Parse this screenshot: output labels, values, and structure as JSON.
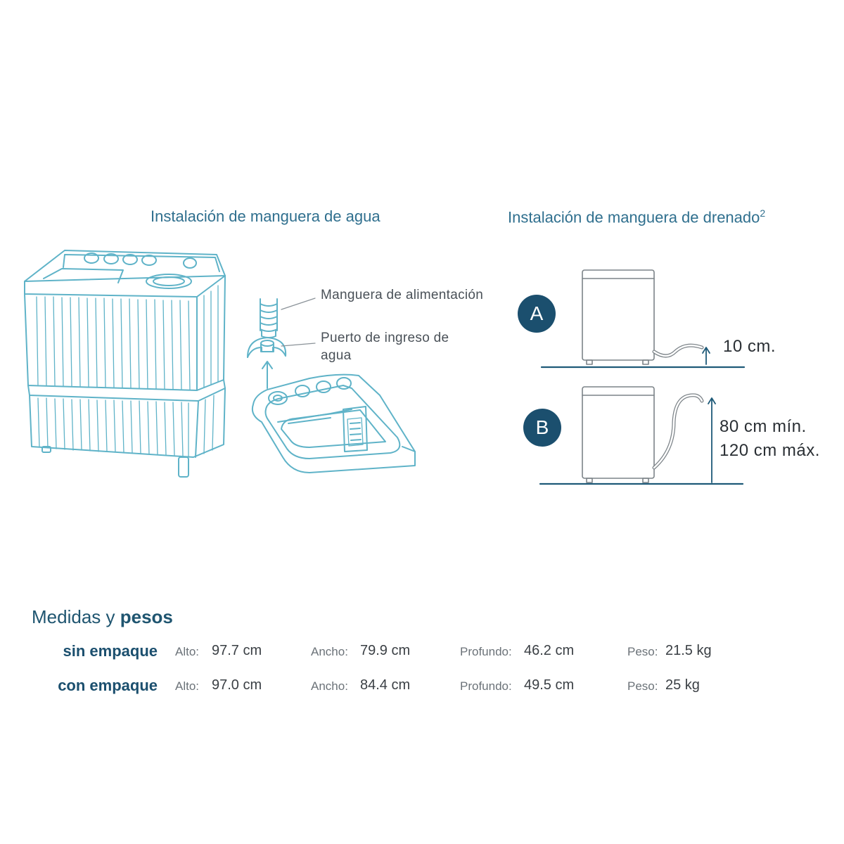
{
  "water_hose_section": {
    "title": "Instalación de manguera de agua",
    "callout_feed_hose": "Manguera de alimentación",
    "callout_inlet_line1": "Puerto de ingreso de",
    "callout_inlet_line2": "agua"
  },
  "drain_hose_section": {
    "title": "Instalación de manguera de drenado",
    "title_superscript": "2",
    "option_a": {
      "badge": "A",
      "height": "10 cm."
    },
    "option_b": {
      "badge": "B",
      "min": "80 cm mín.",
      "max": "120 cm máx."
    }
  },
  "dimensions": {
    "title_light": "Medidas y ",
    "title_bold": "pesos",
    "rows": [
      {
        "label": "sin empaque",
        "alto_label": "Alto:",
        "alto": "97.7 cm",
        "ancho_label": "Ancho:",
        "ancho": "79.9 cm",
        "profundo_label": "Profundo:",
        "profundo": "46.2 cm",
        "peso_label": "Peso:",
        "peso": "21.5 kg"
      },
      {
        "label": "con empaque",
        "alto_label": "Alto:",
        "alto": "97.0 cm",
        "ancho_label": "Ancho:",
        "ancho": "84.4 cm",
        "profundo_label": "Profundo:",
        "profundo": "49.5 cm",
        "peso_label": "Peso:",
        "peso": "25 kg"
      }
    ]
  },
  "colors": {
    "line_art": "#5fb3c8",
    "accent_dark": "#1b4f6e",
    "title_blue": "#2f6f8e",
    "drain_line": "#1e5a78"
  }
}
